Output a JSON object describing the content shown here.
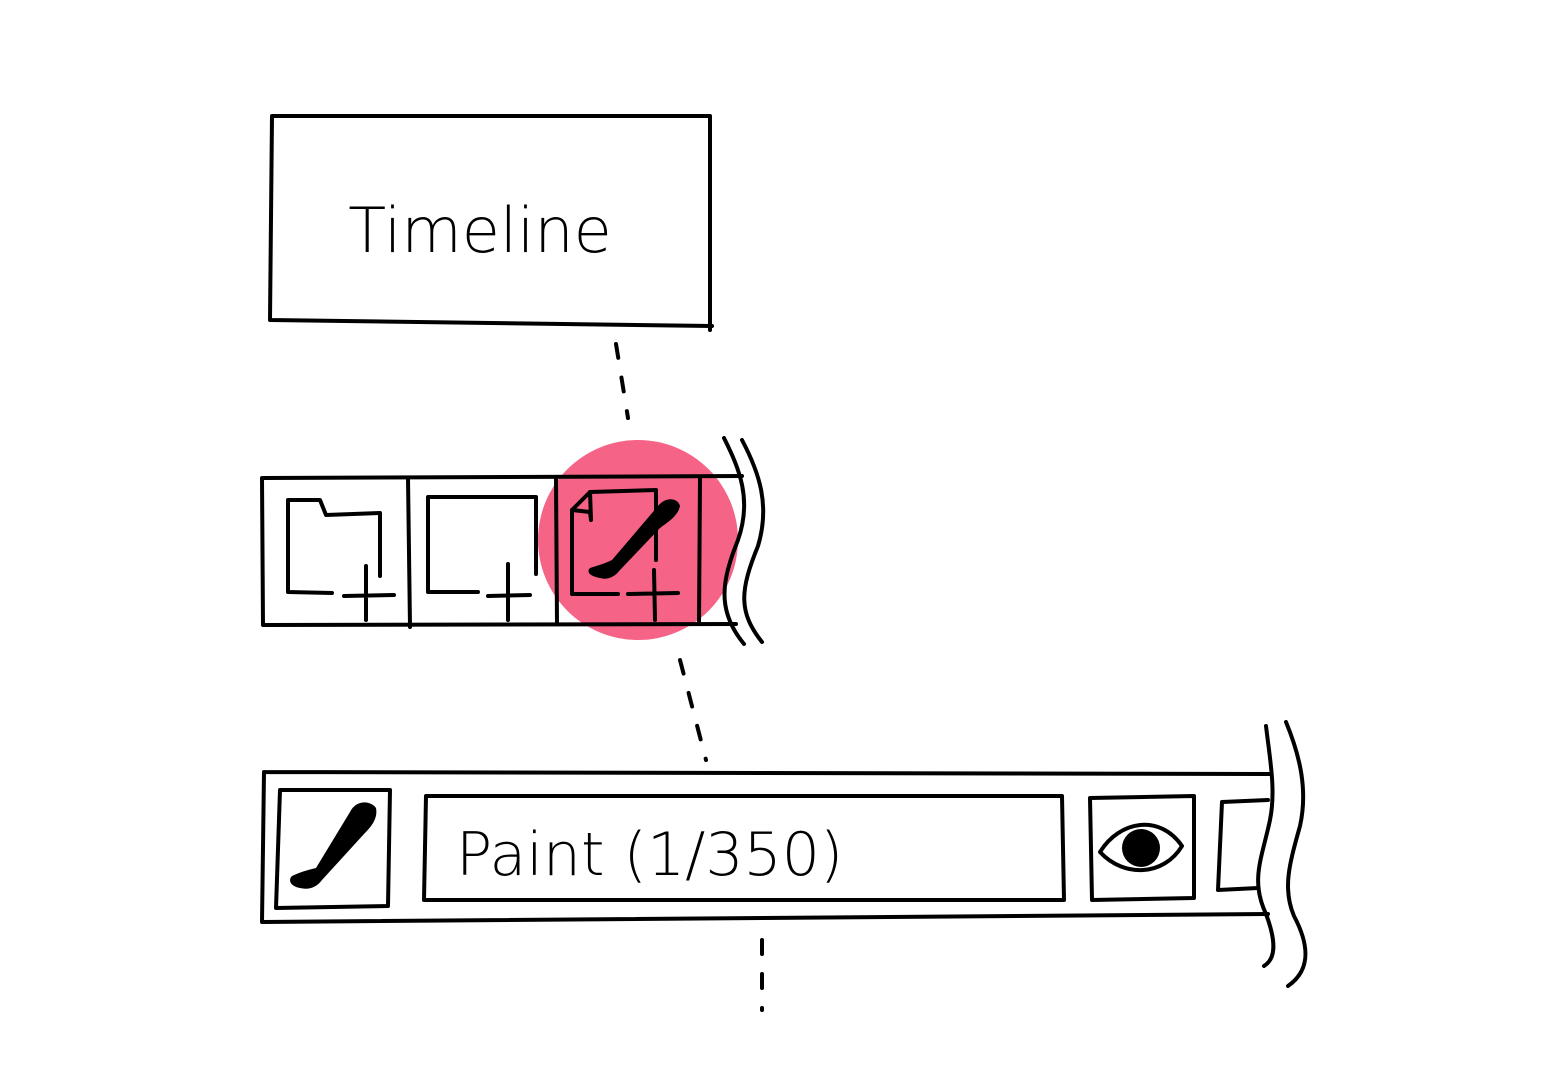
{
  "panel": {
    "title": "Timeline"
  },
  "toolbar": {
    "buttons": [
      {
        "name": "new-folder",
        "icon": "folder-plus-icon"
      },
      {
        "name": "new-layer",
        "icon": "layer-plus-icon"
      },
      {
        "name": "new-paint-layer",
        "icon": "paint-layer-plus-icon",
        "highlighted": true
      }
    ]
  },
  "layer": {
    "icon": "brush-icon",
    "name": "Paint (1/350)",
    "visibility_icon": "eye-icon"
  },
  "colors": {
    "highlight": "#f4577c",
    "stroke": "#000000",
    "background": "#ffffff"
  }
}
